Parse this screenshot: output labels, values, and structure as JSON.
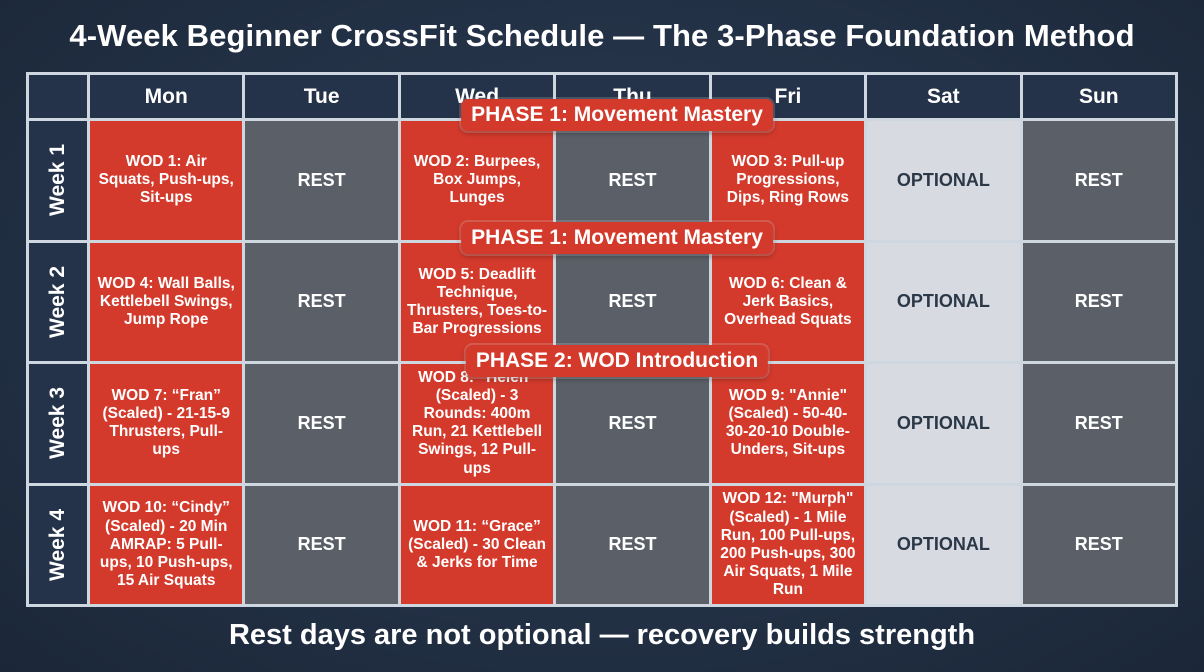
{
  "title": "4-Week Beginner CrossFit Schedule — The 3-Phase Foundation Method",
  "footer": "Rest days are not optional — recovery builds strength",
  "days": [
    "Mon",
    "Tue",
    "Wed",
    "Thu",
    "Fri",
    "Sat",
    "Sun"
  ],
  "weeks": [
    {
      "label": "Week 1",
      "cells": [
        {
          "type": "wod",
          "text": "WOD 1: Air Squats, Push-ups, Sit-ups"
        },
        {
          "type": "rest",
          "text": "REST"
        },
        {
          "type": "wod",
          "text": "WOD 2: Burpees, Box Jumps, Lunges"
        },
        {
          "type": "rest",
          "text": "REST"
        },
        {
          "type": "wod",
          "text": "WOD 3: Pull-up Progressions, Dips, Ring Rows"
        },
        {
          "type": "optional",
          "text": "OPTIONAL"
        },
        {
          "type": "rest",
          "text": "REST"
        }
      ]
    },
    {
      "label": "Week 2",
      "cells": [
        {
          "type": "wod",
          "text": "WOD 4: Wall Balls, Kettlebell Swings, Jump Rope"
        },
        {
          "type": "rest",
          "text": "REST"
        },
        {
          "type": "wod",
          "text": "WOD 5: Deadlift Technique, Thrusters, Toes-to-Bar Progressions"
        },
        {
          "type": "rest",
          "text": "REST"
        },
        {
          "type": "wod",
          "text": "WOD 6: Clean & Jerk Basics, Overhead Squats"
        },
        {
          "type": "optional",
          "text": "OPTIONAL"
        },
        {
          "type": "rest",
          "text": "REST"
        }
      ]
    },
    {
      "label": "Week 3",
      "cells": [
        {
          "type": "wod",
          "text": "WOD 7: “Fran” (Scaled) - 21-15-9 Thrusters, Pull-ups"
        },
        {
          "type": "rest",
          "text": "REST"
        },
        {
          "type": "wod",
          "text": "WOD 8: “Helen” (Scaled) - 3 Rounds: 400m Run, 21 Kettlebell Swings, 12 Pull-ups"
        },
        {
          "type": "rest",
          "text": "REST"
        },
        {
          "type": "wod",
          "text": "WOD 9: \"Annie\" (Scaled) - 50-40-30-20-10 Double-Unders, Sit-ups"
        },
        {
          "type": "optional",
          "text": "OPTIONAL"
        },
        {
          "type": "rest",
          "text": "REST"
        }
      ]
    },
    {
      "label": "Week 4",
      "cells": [
        {
          "type": "wod",
          "text": "WOD 10: “Cindy” (Scaled) - 20 Min AMRAP: 5 Pull-ups, 10 Push-ups, 15 Air Squats"
        },
        {
          "type": "rest",
          "text": "REST"
        },
        {
          "type": "wod",
          "text": "WOD 11: “Grace” (Scaled) - 30 Clean & Jerks for Time"
        },
        {
          "type": "rest",
          "text": "REST"
        },
        {
          "type": "wod",
          "text": "WOD 12: \"Murph\" (Scaled) - 1 Mile Run, 100 Pull-ups, 200 Push-ups, 300 Air Squats, 1 Mile Run"
        },
        {
          "type": "optional",
          "text": "OPTIONAL"
        },
        {
          "type": "rest",
          "text": "REST"
        }
      ]
    }
  ],
  "phase_banners": [
    "PHASE 1: Movement Mastery",
    "PHASE 1: Movement Mastery",
    "PHASE 2: WOD Introduction"
  ],
  "colors": {
    "wod": "#d43a2c",
    "rest": "#5b6068",
    "optional": "#d7dbe1",
    "header": "#25334a",
    "background": "#233146"
  }
}
